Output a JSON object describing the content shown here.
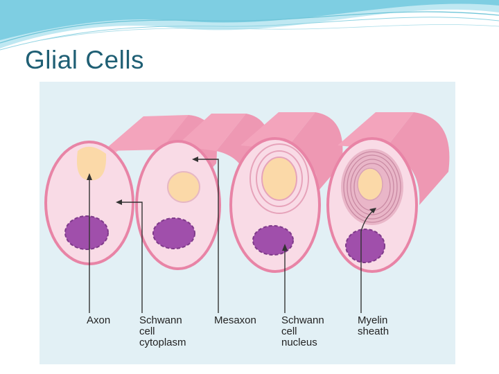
{
  "slide": {
    "title": "Glial Cells"
  },
  "figure": {
    "labels": {
      "axon": [
        "Axon"
      ],
      "schwann_cytoplasm": [
        "Schwann",
        "cell",
        "cytoplasm"
      ],
      "mesaxon": [
        "Mesaxon"
      ],
      "schwann_nucleus": [
        "Schwann",
        "cell",
        "nucleus"
      ],
      "myelin_sheath": [
        "Myelin",
        "sheath"
      ]
    }
  }
}
